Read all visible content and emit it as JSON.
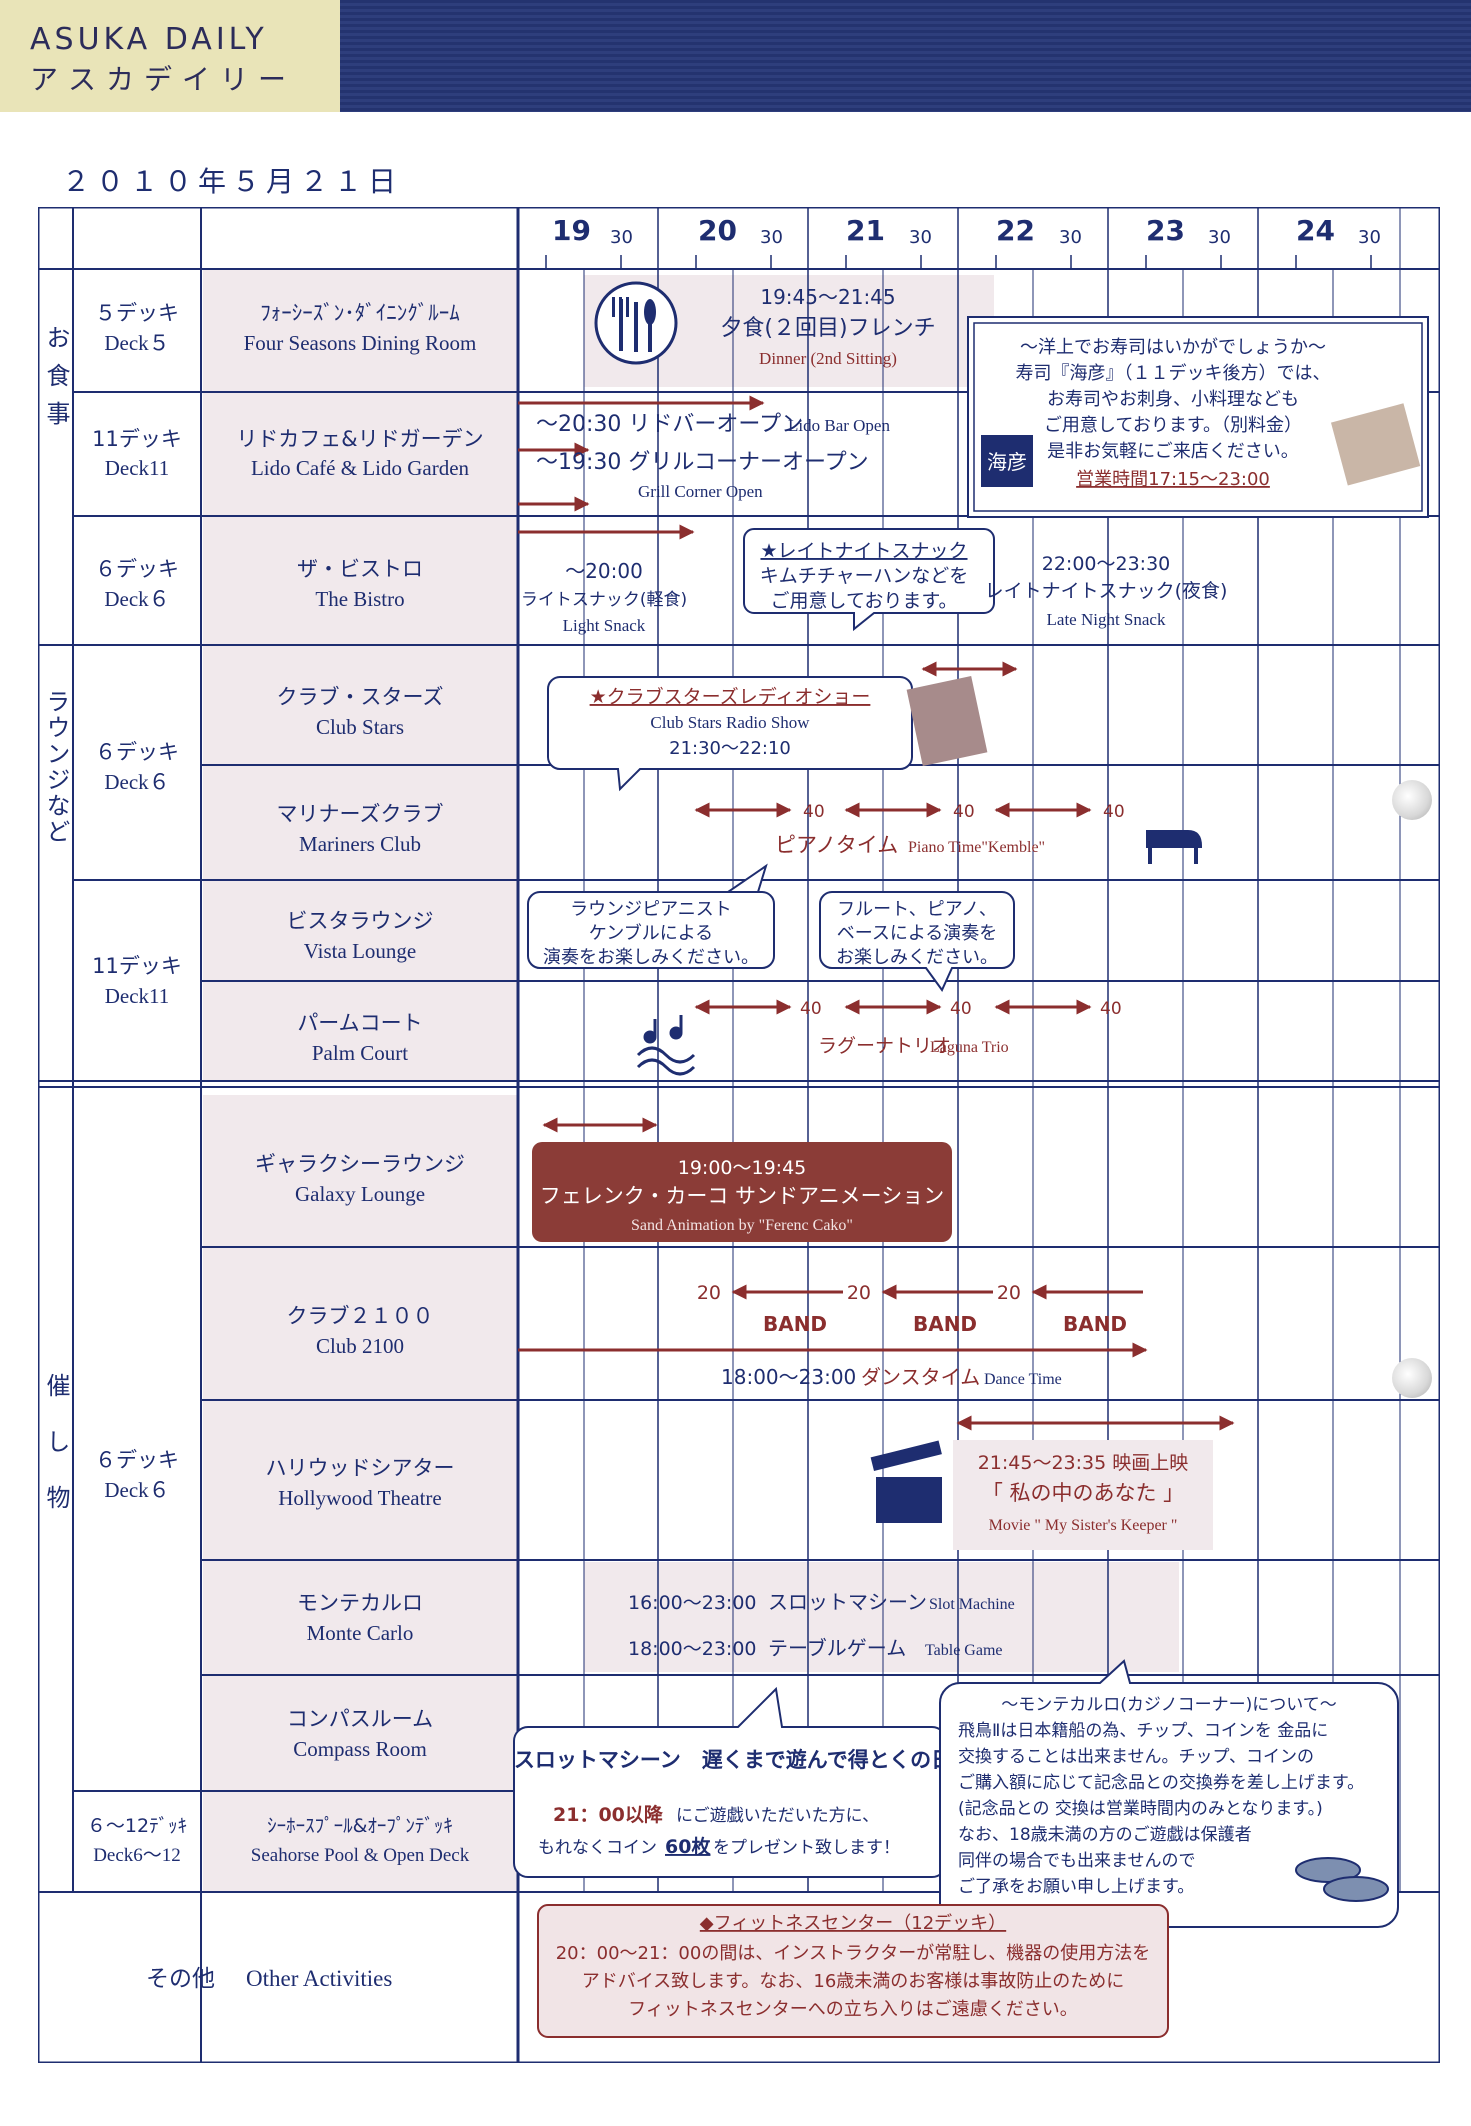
{
  "header": {
    "brand_en": "ASUKA DAILY",
    "brand_jp": "アスカデイリー"
  },
  "date": "２０１０年５月２１日",
  "timeline": {
    "labels": [
      "19",
      "30",
      "20",
      "30",
      "21",
      "30",
      "22",
      "30",
      "23",
      "30",
      "24",
      "30"
    ]
  },
  "sections": {
    "dining": "お食事",
    "lounges": "ラウンジなど",
    "events": "催し物",
    "other_jp": "その他",
    "other_en": "Other Activities"
  },
  "decks": {
    "d5": {
      "jp": "５デッキ",
      "en": "Deck５"
    },
    "d11a": {
      "jp": "11デッキ",
      "en": "Deck11"
    },
    "d6a": {
      "jp": "６デッキ",
      "en": "Deck６"
    },
    "d6b": {
      "jp": "６デッキ",
      "en": "Deck６"
    },
    "d11b": {
      "jp": "11デッキ",
      "en": "Deck11"
    },
    "d6c": {
      "jp": "６デッキ",
      "en": "Deck６"
    },
    "d612": {
      "jp": "６～12ﾃﾞｯｷ",
      "en": "Deck6～12"
    }
  },
  "venues": {
    "four_seasons": {
      "jp": "ﾌｫｰｼｰｽﾞﾝ･ﾀﾞｲﾆﾝｸﾞﾙｰﾑ",
      "en": "Four Seasons Dining Room"
    },
    "lido": {
      "jp": "リドカフェ&リドガーデン",
      "en": "Lido Café & Lido Garden"
    },
    "bistro": {
      "jp": "ザ・ビストロ",
      "en": "The Bistro"
    },
    "club_stars": {
      "jp": "クラブ・スターズ",
      "en": "Club Stars"
    },
    "mariners": {
      "jp": "マリナーズクラブ",
      "en": "Mariners Club"
    },
    "vista": {
      "jp": "ビスタラウンジ",
      "en": "Vista Lounge"
    },
    "palm": {
      "jp": "パームコート",
      "en": "Palm Court"
    },
    "galaxy": {
      "jp": "ギャラクシーラウンジ",
      "en": "Galaxy Lounge"
    },
    "club2100": {
      "jp": "クラブ２１００",
      "en": "Club 2100"
    },
    "hollywood": {
      "jp": "ハリウッドシアター",
      "en": "Hollywood Theatre"
    },
    "monte": {
      "jp": "モンテカルロ",
      "en": "Monte Carlo"
    },
    "compass": {
      "jp": "コンパスルーム",
      "en": "Compass Room"
    },
    "seahorse": {
      "jp": "ｼｰﾎｰｽﾌﾟｰﾙ&ｵｰﾌﾟﾝﾃﾞｯｷ",
      "en": "Seahorse Pool & Open Deck"
    }
  },
  "events": {
    "dinner_time": "19:45～21:45",
    "dinner_jp": "夕食(２回目)フレンチ",
    "dinner_en": "Dinner (2nd Sitting)",
    "sushi_1": "～洋上でお寿司はいかがでしょうか～",
    "sushi_2": "寿司『海彦』（１１デッキ後方）では、",
    "sushi_3": "お寿司やお刺身、小料理なども",
    "sushi_4": "ご用意しております。（別料金）",
    "sushi_5": "是非お気軽にご来店ください。",
    "sushi_hours": "営業時間17:15～23:00",
    "sushi_logo": "海彦",
    "lido_bar_jp": "～20:30 リドバーオープン",
    "lido_bar_en": "Lido Bar Open",
    "grill_jp": "～19:30 グリルコーナーオープン",
    "grill_en": "Grill Corner Open",
    "light_time": "～20:00",
    "light_jp": "ライトスナック(軽食)",
    "light_en": "Light Snack",
    "late_callout_1": "★レイトナイトスナック",
    "late_callout_2": "キムチチャーハンなどを",
    "late_callout_3": "ご用意しております。",
    "late_time": "22:00～23:30",
    "late_jp": "レイトナイトスナック(夜食)",
    "late_en": "Late Night Snack",
    "radio_1": "★クラブスターズレディオショー",
    "radio_2": "Club Stars Radio Show",
    "radio_3": "21:30～22:10",
    "piano_40a": "40",
    "piano_40b": "40",
    "piano_40c": "40",
    "piano_jp": "ピアノタイム",
    "piano_en": "Piano Time\"Kemble\"",
    "kemble_1": "ラウンジピアニスト",
    "kemble_2": "ケンブルによる",
    "kemble_3": "演奏をお楽しみください。",
    "flute_1": "フルート、ピアノ、",
    "flute_2": "ベースによる演奏を",
    "flute_3": "お楽しみください。",
    "trio_40a": "40",
    "trio_40b": "40",
    "trio_40c": "40",
    "trio_jp": "ラグーナトリオ",
    "trio_en": "Laguna Trio",
    "sand_time": "19:00～19:45",
    "sand_jp": "フェレンク・カーコ サンドアニメーション",
    "sand_en": "Sand Animation  by \"Ferenc Cako\"",
    "band_20a": "20",
    "band_20b": "20",
    "band_20c": "20",
    "band_a": "BAND",
    "band_b": "BAND",
    "band_c": "BAND",
    "dance_time": "18:00～23:00",
    "dance_jp": "ダンスタイム",
    "dance_en": "Dance Time",
    "movie_time": "21:45～23:35 映画上映",
    "movie_jp": "「 私の中のあなた 」",
    "movie_en": "Movie \" My Sister's Keeper \"",
    "slot_time": "16:00～23:00",
    "slot_jp": "スロットマシーン",
    "slot_en": "Slot Machine",
    "table_time": "18:00～23:00",
    "table_jp": "テーブルゲーム",
    "table_en": "Table Game",
    "promo_title": "スロットマシーン　遅くまで遊んで得とくの日",
    "promo_2a": "21：00以降",
    "promo_2b": "にご遊戯いただいた方に、",
    "promo_3a": "もれなくコイン",
    "promo_3b": "60枚",
    "promo_3c": "をプレゼント致します！",
    "casino_1": "～モンテカルロ(カジノコーナー)について～",
    "casino_2": "飛鳥Ⅱは日本籍船の為、チップ、コインを 金品に",
    "casino_3": "交換することは出来ません。チップ、コインの",
    "casino_4": "ご購入額に応じて記念品との交換券を差し上げます。",
    "casino_5": "(記念品との 交換は営業時間内のみとなります。)",
    "casino_6": "なお、18歳未満の方のご遊戯は保護者",
    "casino_7": "同伴の場合でも出来ませんので",
    "casino_8": "ご了承をお願い申し上げます。",
    "fitness_title": "◆フィットネスセンター（12デッキ）",
    "fitness_1": "20：00～21：00の間は、インストラクターが常駐し、機器の使用方法を",
    "fitness_2": "アドバイス致します。なお、16歳未満のお客様は事故防止のために",
    "fitness_3": "フィットネスセンターへの立ち入りはご遠慮ください。"
  },
  "colors": {
    "navy": "#1e2d70",
    "brown": "#8b2e2e",
    "pink": "#f1e9ec",
    "header_cream": "#e9e4b8",
    "header_navy": "#2a3a78"
  }
}
